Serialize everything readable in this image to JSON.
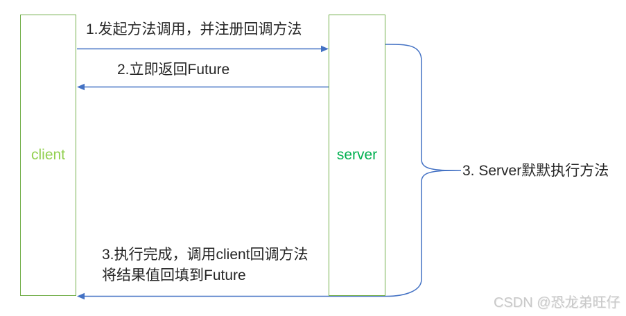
{
  "diagram": {
    "actors": {
      "client_label": "client",
      "server_label": "server"
    },
    "messages": {
      "msg1": "1.发起方法调用，并注册回调方法",
      "msg2": "2.立即返回Future",
      "msg3_line1": "3.执行完成，调用client回调方法",
      "msg3_line2": "将结果值回填到Future"
    },
    "side_note": "3. Server默默执行方法",
    "watermark": "CSDN @恐龙弟旺仔",
    "colors": {
      "box_border_green": "#70ad47",
      "client_label_green": "#92d050",
      "server_label_green": "#00b050",
      "connector_blue": "#4472c4",
      "text_dark": "#262626",
      "watermark_gray": "#c9c9c9"
    }
  }
}
